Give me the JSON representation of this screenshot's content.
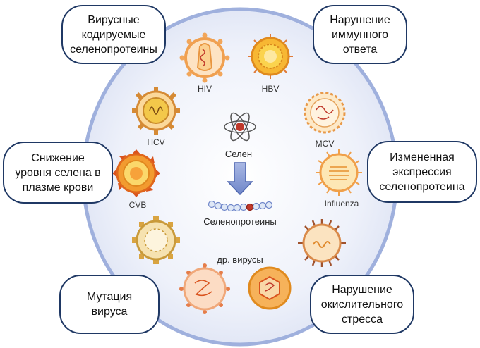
{
  "callouts": {
    "viral_selenoproteins": "Вирусные\nкодируемые\nселенопротеины",
    "immune_disruption": "Нарушение\nиммунного\nответа",
    "selenium_decrease": "Снижение\nуровня селена в\nплазме крови",
    "altered_expression": "Измененная\nэкспрессия\nселенопротеина",
    "virus_mutation": "Мутация\nвируса",
    "oxidative_stress": "Нарушение\nокислительного\nстресса"
  },
  "viruses": {
    "hiv": "HIV",
    "hbv": "HBV",
    "hcv": "HCV",
    "mcv": "MCV",
    "cvb": "CVB",
    "influenza": "Influenza",
    "other": "др. вирусы"
  },
  "center": {
    "selenium": "Селен",
    "selenoproteins": "Селенопротеины"
  },
  "colors": {
    "oval_fill": "#e7ebf7",
    "oval_stroke": "#9fb0dd",
    "callout_border": "#1f3864",
    "arrow": "#8ea2d8",
    "selenium_red": "#c0392b"
  }
}
